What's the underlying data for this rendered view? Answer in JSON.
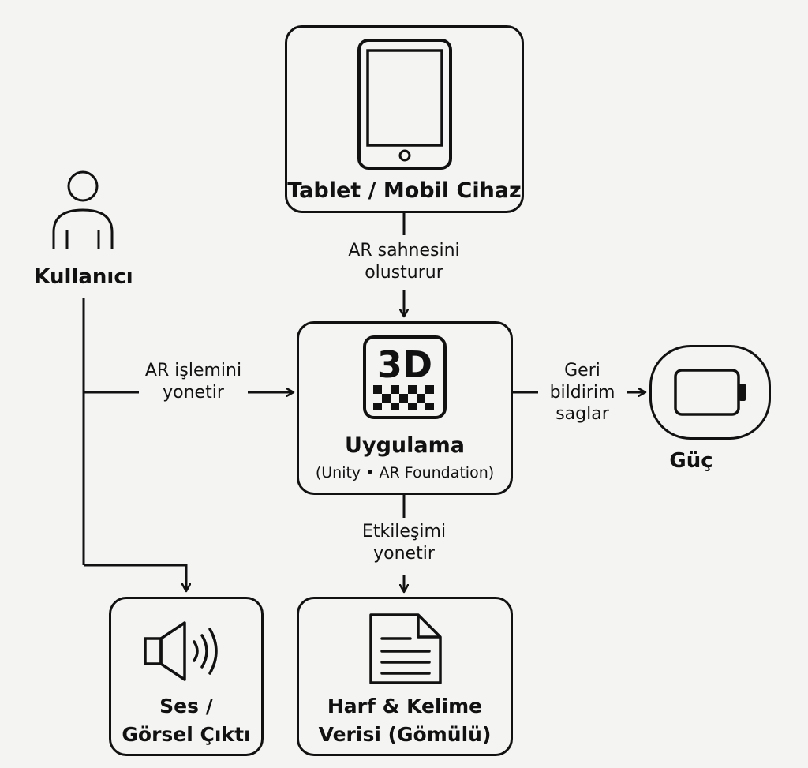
{
  "nodes": {
    "device": {
      "label": "Tablet / Mobil Cihaz",
      "icon": "tablet-icon"
    },
    "user": {
      "label": "Kullanıcı",
      "icon": "person-icon"
    },
    "app": {
      "label": "Uygulama",
      "sublabel": "(Unity • AR Foundation)",
      "icon": "3d-icon",
      "icon_text": "3D"
    },
    "power": {
      "label": "Güç",
      "icon": "battery-icon"
    },
    "output": {
      "label_line1": "Ses /",
      "label_line2": "Görsel Çıktı",
      "icon": "speaker-icon"
    },
    "data": {
      "label_line1": "Harf & Kelime",
      "label_line2": "Verisi (Gömülü)",
      "icon": "document-icon"
    }
  },
  "edges": {
    "device_to_app": {
      "line1": "AR sahnesini",
      "line2": "olusturur"
    },
    "user_to_app": {
      "line1": "AR işlemini",
      "line2": "yonetir"
    },
    "app_to_power": {
      "line1": "Geri",
      "line2": "bildirim",
      "line3": "saglar"
    },
    "app_to_data": {
      "line1": "Etkileşimi",
      "line2": "yonetir"
    }
  },
  "colors": {
    "stroke": "#111111",
    "background": "#f4f4f2"
  }
}
